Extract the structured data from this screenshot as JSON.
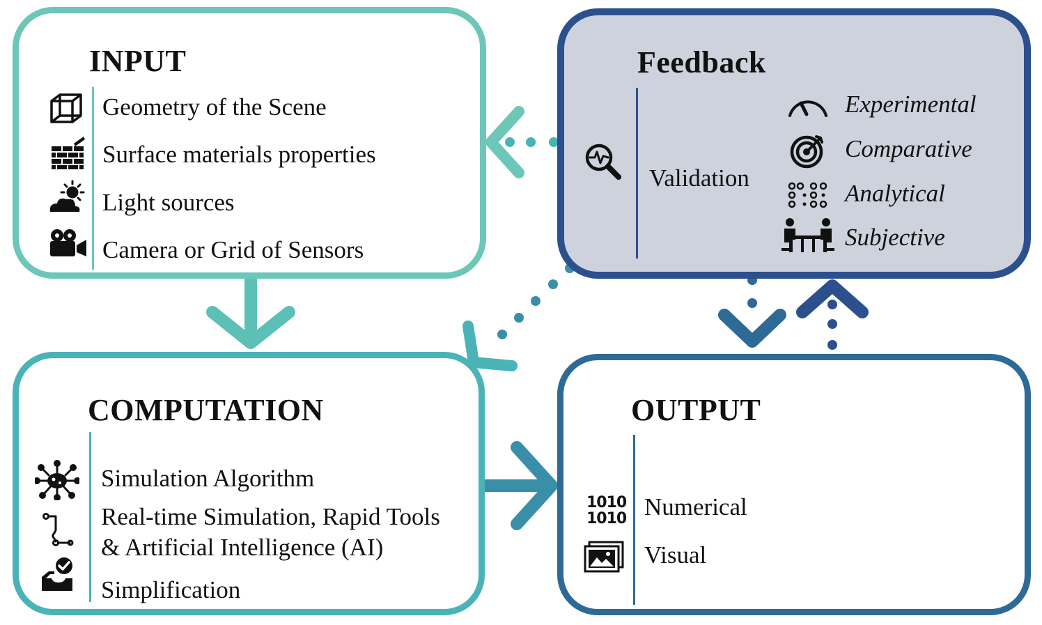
{
  "input": {
    "title": "INPUT",
    "items": [
      {
        "label": "Geometry of the Scene",
        "icon": "cube-icon"
      },
      {
        "label": "Surface materials properties",
        "icon": "brick-wall-icon"
      },
      {
        "label": "Light sources",
        "icon": "sun-cloud-icon"
      },
      {
        "label": "Camera or Grid of Sensors",
        "icon": "video-camera-icon"
      }
    ]
  },
  "feedback": {
    "title": "Feedback",
    "validation_label": "Validation",
    "validation_icon": "magnifier-pulse-icon",
    "methods": [
      {
        "label": "Experimental",
        "icon": "gauge-icon"
      },
      {
        "label": "Comparative",
        "icon": "target-icon"
      },
      {
        "label": "Analytical",
        "icon": "dots-pattern-icon"
      },
      {
        "label": "Subjective",
        "icon": "people-meeting-icon"
      }
    ]
  },
  "computation": {
    "title": "COMPUTATION",
    "items": [
      {
        "label": "Simulation Algorithm",
        "icon": "virus-network-icon"
      },
      {
        "label_line1": "Real-time Simulation, Rapid Tools",
        "label_line2": "& Artificial Intelligence (AI)",
        "icon": "path-nodes-icon"
      },
      {
        "label": "Simplification",
        "icon": "inbox-check-icon"
      }
    ]
  },
  "output": {
    "title": "OUTPUT",
    "items": [
      {
        "label": "Numerical",
        "icon": "binary-icon",
        "icon_text": "1010"
      },
      {
        "label": "Visual",
        "icon": "image-icon"
      }
    ]
  },
  "colors": {
    "input": "#6cc7b8",
    "computation": "#4ab3b8",
    "output": "#2e6a96",
    "feedback_border": "#2c4f8e",
    "feedback_fill": "#cdd2dd"
  }
}
